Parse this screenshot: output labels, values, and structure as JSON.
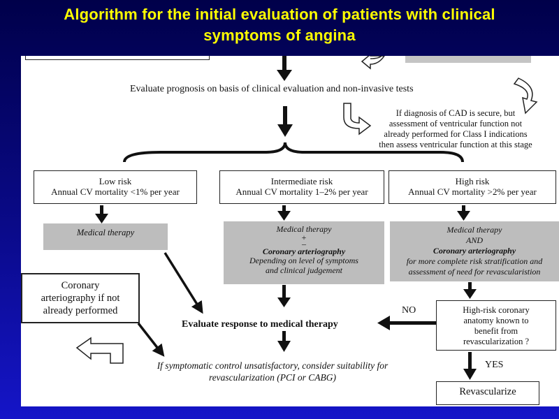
{
  "title": {
    "line1": "Algorithm for the initial evaluation of patients with clinical",
    "line2": "symptoms of angina"
  },
  "flow": {
    "evaluate_prognosis": "Evaluate prognosis on basis of clinical evaluation and non-invasive tests",
    "cad_note": [
      "If diagnosis of CAD is secure, but",
      "assessment of ventricular function not",
      "already performed for Class I indications",
      "then assess ventricular function at this stage"
    ],
    "low_risk": {
      "title": "Low risk",
      "detail": "Annual CV mortality <1% per year"
    },
    "intermediate_risk": {
      "title": "Intermediate risk",
      "detail": "Annual CV mortality 1–2% per year"
    },
    "high_risk": {
      "title": "High risk",
      "detail": "Annual CV mortality >2% per year"
    },
    "low_therapy": "Medical therapy",
    "intermediate_therapy": {
      "line1": "Medical therapy",
      "plus": "+",
      "minus": "–",
      "line2": "Coronary arteriography",
      "line3": "Depending on level of symptoms",
      "line4": "and clinical judgement"
    },
    "high_therapy": {
      "line1": "Medical therapy",
      "line2": "AND",
      "line3": "Coronary arteriography",
      "line4": "for more complete risk stratification and",
      "line5": "assessment of need for revascularistion"
    },
    "coronary_box": [
      "Coronary",
      "arteriography if not",
      "already performed"
    ],
    "evaluate_response": "Evaluate response to medical therapy",
    "high_risk_anatomy": [
      "High-risk coronary",
      "anatomy known to",
      "benefit from",
      "revascularization ?"
    ],
    "no_label": "NO",
    "yes_label": "YES",
    "revascularize": "Revascularize",
    "symptomatic_control": [
      "If symptomatic control unsatisfactory, consider suitability for",
      "revascularization (PCI or CABG)"
    ]
  }
}
